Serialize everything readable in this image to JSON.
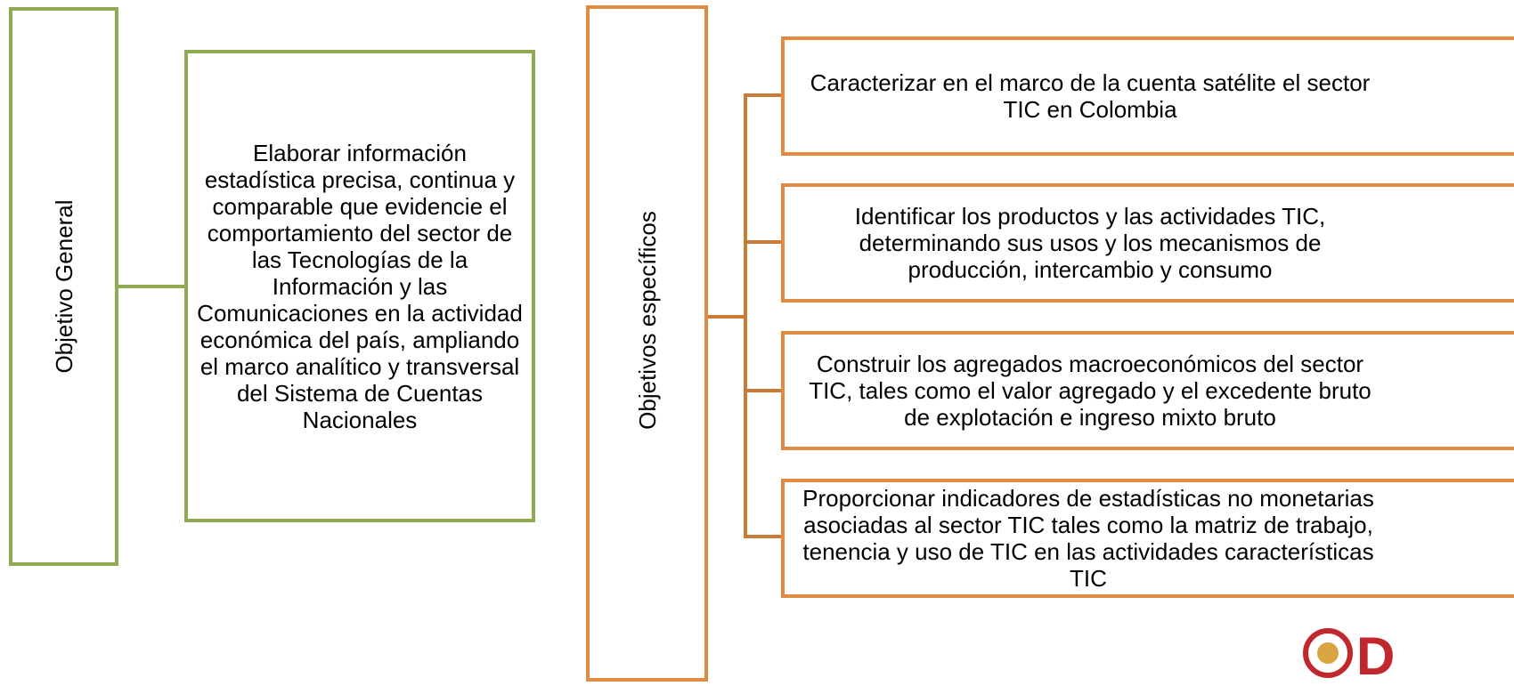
{
  "general": {
    "label": "Objetivo General",
    "description": "Elaborar información estadística precisa, continua y comparable que evidencie el comportamiento del sector de las Tecnologías de la Información y las Comunicaciones en la actividad económica del país, ampliando el marco analítico y transversal del Sistema de Cuentas Nacionales"
  },
  "specific": {
    "label": "Objetivos específicos",
    "items": [
      "Caracterizar en el marco de la cuenta satélite el sector TIC en Colombia",
      "Identificar los productos y las actividades TIC, determinando sus usos y los mecanismos de producción, intercambio y consumo",
      "Construir los agregados macroeconómicos del sector TIC, tales como el valor agregado y el excedente bruto de explotación e ingreso mixto bruto",
      "Proporcionar indicadores de estadísticas no monetarias asociadas al sector TIC tales como la matriz de trabajo, tenencia y uso de TIC en las actividades características TIC"
    ]
  },
  "colors": {
    "general_border": "#8faa4f",
    "specific_border": "#e08a42",
    "logo_red": "#c0282d"
  }
}
